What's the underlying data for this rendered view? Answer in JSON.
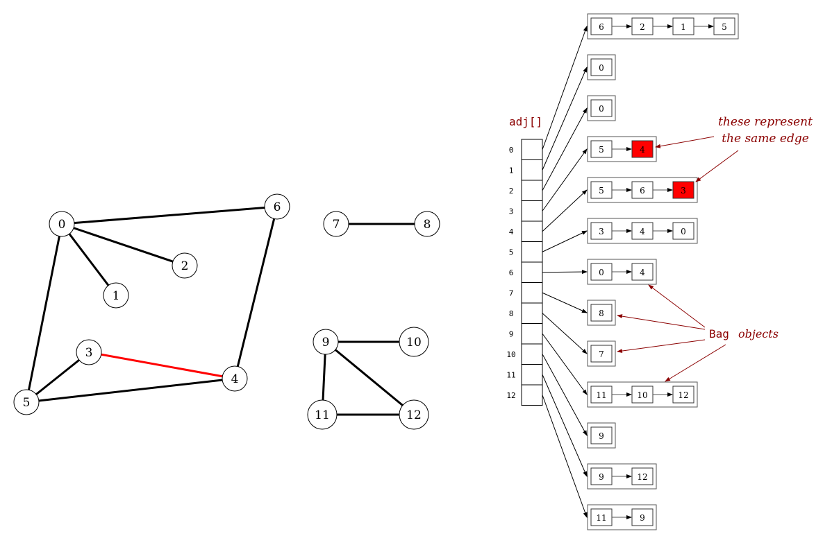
{
  "graph": {
    "nodes": [
      "0",
      "1",
      "2",
      "3",
      "4",
      "5",
      "6",
      "7",
      "8",
      "9",
      "10",
      "11",
      "12"
    ],
    "edges": [
      [
        0,
        6
      ],
      [
        0,
        2
      ],
      [
        0,
        1
      ],
      [
        0,
        5
      ],
      [
        6,
        4
      ],
      [
        3,
        4
      ],
      [
        3,
        5
      ],
      [
        5,
        4
      ],
      [
        7,
        8
      ],
      [
        9,
        10
      ],
      [
        9,
        11
      ],
      [
        9,
        12
      ],
      [
        11,
        12
      ]
    ],
    "highlighted_edge": [
      3,
      4
    ],
    "highlight_color": "#ff0000"
  },
  "adj": {
    "title": "adj[]",
    "indices": [
      "0",
      "1",
      "2",
      "3",
      "4",
      "5",
      "6",
      "7",
      "8",
      "9",
      "10",
      "11",
      "12"
    ],
    "lists": [
      [
        "6",
        "2",
        "1",
        "5"
      ],
      [
        "0"
      ],
      [
        "0"
      ],
      [
        "5",
        "4"
      ],
      [
        "5",
        "6",
        "3"
      ],
      [
        "3",
        "4",
        "0"
      ],
      [
        "0",
        "4"
      ],
      [
        "8"
      ],
      [
        "7"
      ],
      [
        "11",
        "10",
        "12"
      ],
      [
        "9"
      ],
      [
        "9",
        "12"
      ],
      [
        "11",
        "9"
      ]
    ],
    "highlighted": [
      [
        3,
        1
      ],
      [
        4,
        2
      ]
    ]
  },
  "annotations": {
    "same_edge_line1": "these represent",
    "same_edge_line2": "the same edge",
    "bag_code": "Bag",
    "bag_text": "objects",
    "color": "#8b0000"
  }
}
